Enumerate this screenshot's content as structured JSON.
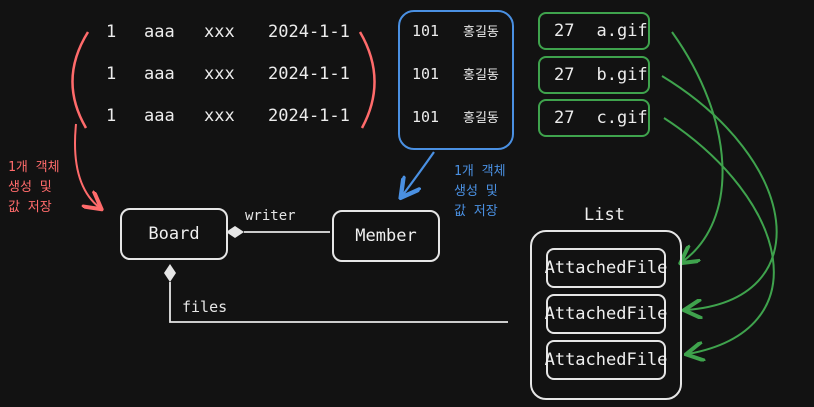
{
  "board_rows": [
    {
      "id": "1",
      "title": "aaa",
      "content": "xxx",
      "date": "2024-1-1"
    },
    {
      "id": "1",
      "title": "aaa",
      "content": "xxx",
      "date": "2024-1-1"
    },
    {
      "id": "1",
      "title": "aaa",
      "content": "xxx",
      "date": "2024-1-1"
    }
  ],
  "member_rows": [
    {
      "id": "101",
      "name": "홍길동"
    },
    {
      "id": "101",
      "name": "홍길동"
    },
    {
      "id": "101",
      "name": "홍길동"
    }
  ],
  "file_rows": [
    {
      "id": "27",
      "name": "a.gif"
    },
    {
      "id": "27",
      "name": "b.gif"
    },
    {
      "id": "27",
      "name": "c.gif"
    }
  ],
  "notes": {
    "board_note": [
      "1개 객체",
      "생성 및",
      "값 저장"
    ],
    "member_note": [
      "1개 객체",
      "생성 및",
      "값 저장"
    ]
  },
  "entities": {
    "board": "Board",
    "member": "Member",
    "list_title": "List",
    "attached": [
      "AttachedFile",
      "AttachedFile",
      "AttachedFile"
    ]
  },
  "relations": {
    "writer": "writer",
    "files": "files"
  },
  "colors": {
    "background": "#121212",
    "board_note": "#ff6b6b",
    "member_note": "#4a90e2",
    "file_group": "#3fa34d"
  }
}
